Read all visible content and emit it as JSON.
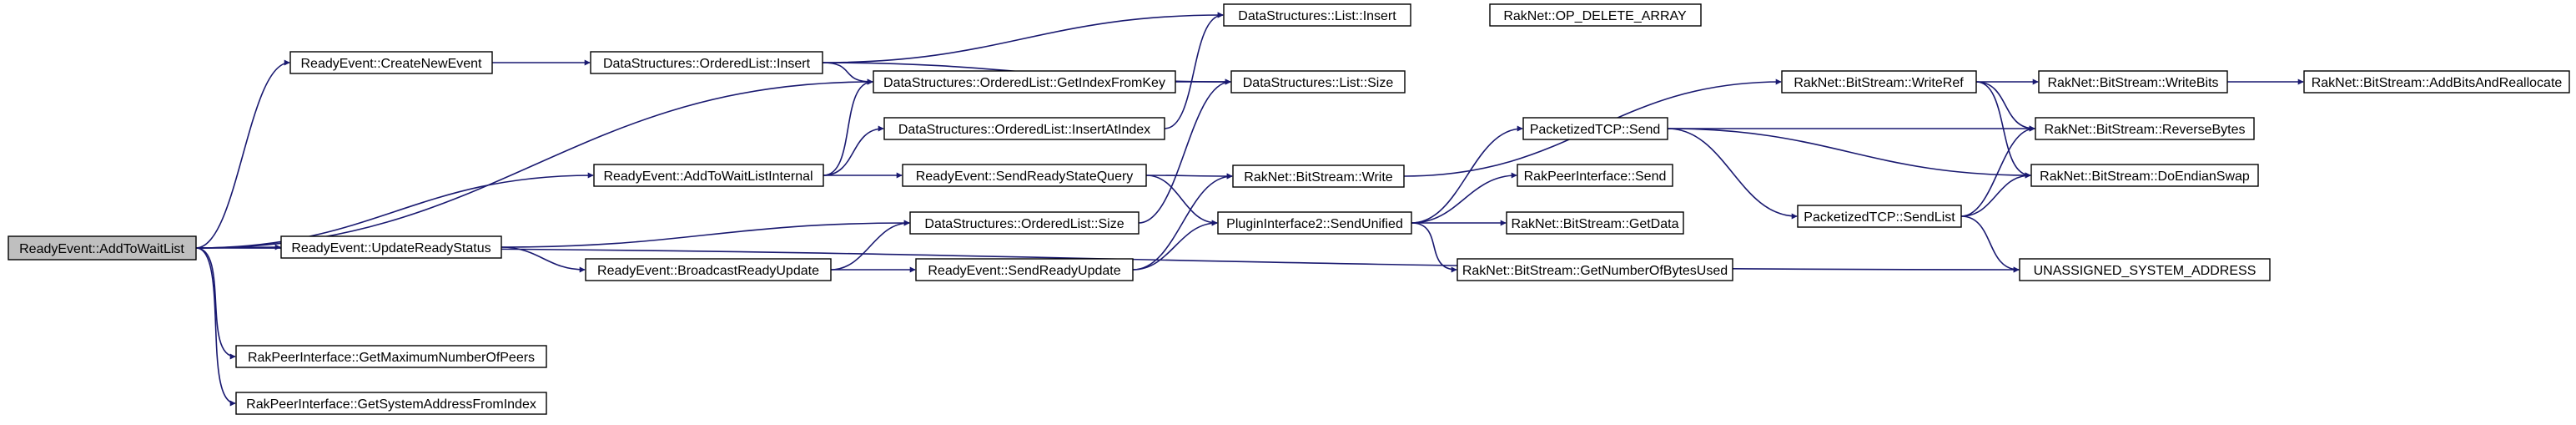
{
  "diagram": {
    "colors": {
      "node_fill": "#ffffff",
      "root_fill": "#bfbfbf",
      "node_border": "#000000",
      "edge": "#191970",
      "background": "#ffffff"
    },
    "nodes": {
      "n_root": "ReadyEvent::AddToWaitList",
      "n_createnew": "ReadyEvent::CreateNewEvent",
      "n_addtowaitint": "ReadyEvent::AddToWaitListInternal",
      "n_updateready": "ReadyEvent::UpdateReadyStatus",
      "n_getmaxpeers": "RakPeerInterface::GetMaximumNumberOfPeers",
      "n_getsysaddr": "RakPeerInterface::GetSystemAddressFromIndex",
      "n_olinsert": "DataStructures::OrderedList::Insert",
      "n_olgetindex": "DataStructures::OrderedList::GetIndexFromKey",
      "n_olinsertat": "DataStructures::OrderedList::InsertAtIndex",
      "n_sendquery": "ReadyEvent::SendReadyStateQuery",
      "n_olsize": "DataStructures::OrderedList::Size",
      "n_broadcast": "ReadyEvent::BroadcastReadyUpdate",
      "n_sendreadyupdate": "ReadyEvent::SendReadyUpdate",
      "n_listinsert": "DataStructures::List::Insert",
      "n_listsize": "DataStructures::List::Size",
      "n_bswrite": "RakNet::BitStream::Write",
      "n_sendunified": "PluginInterface2::SendUnified",
      "n_opdelete": "RakNet::OP_DELETE_ARRAY",
      "n_ptcpsend": "PacketizedTCP::Send",
      "n_rpisend": "RakPeerInterface::Send",
      "n_getdata": "RakNet::BitStream::GetData",
      "n_getbytes": "RakNet::BitStream::GetNumberOfBytesUsed",
      "n_writeref": "RakNet::BitStream::WriteRef",
      "n_ptcpsendlist": "PacketizedTCP::SendList",
      "n_writebits": "RakNet::BitStream::WriteBits",
      "n_reversebytes": "RakNet::BitStream::ReverseBytes",
      "n_endianswap": "RakNet::BitStream::DoEndianSwap",
      "n_unassigned": "UNASSIGNED_SYSTEM_ADDRESS",
      "n_addbits": "RakNet::BitStream::AddBitsAndReallocate"
    },
    "edges": [
      [
        "n_root",
        "n_createnew"
      ],
      [
        "n_root",
        "n_olgetindex"
      ],
      [
        "n_root",
        "n_addtowaitint"
      ],
      [
        "n_root",
        "n_updateready"
      ],
      [
        "n_root",
        "n_unassigned"
      ],
      [
        "n_root",
        "n_getmaxpeers"
      ],
      [
        "n_root",
        "n_getsysaddr"
      ],
      [
        "n_createnew",
        "n_olinsert"
      ],
      [
        "n_olinsert",
        "n_listinsert"
      ],
      [
        "n_olinsert",
        "n_olgetindex"
      ],
      [
        "n_olinsert",
        "n_listsize"
      ],
      [
        "n_olgetindex",
        "n_listsize"
      ],
      [
        "n_olinsertat",
        "n_listinsert"
      ],
      [
        "n_addtowaitint",
        "n_olgetindex"
      ],
      [
        "n_addtowaitint",
        "n_olinsertat"
      ],
      [
        "n_addtowaitint",
        "n_sendquery"
      ],
      [
        "n_updateready",
        "n_olsize"
      ],
      [
        "n_updateready",
        "n_broadcast"
      ],
      [
        "n_olsize",
        "n_listsize"
      ],
      [
        "n_sendquery",
        "n_bswrite"
      ],
      [
        "n_sendquery",
        "n_sendunified"
      ],
      [
        "n_broadcast",
        "n_olsize"
      ],
      [
        "n_broadcast",
        "n_sendreadyupdate"
      ],
      [
        "n_sendreadyupdate",
        "n_bswrite"
      ],
      [
        "n_sendreadyupdate",
        "n_sendunified"
      ],
      [
        "n_bswrite",
        "n_writeref"
      ],
      [
        "n_sendunified",
        "n_ptcpsend"
      ],
      [
        "n_sendunified",
        "n_rpisend"
      ],
      [
        "n_sendunified",
        "n_getdata"
      ],
      [
        "n_sendunified",
        "n_getbytes"
      ],
      [
        "n_ptcpsend",
        "n_reversebytes"
      ],
      [
        "n_ptcpsend",
        "n_endianswap"
      ],
      [
        "n_ptcpsend",
        "n_ptcpsendlist"
      ],
      [
        "n_writeref",
        "n_writebits"
      ],
      [
        "n_writeref",
        "n_reversebytes"
      ],
      [
        "n_writeref",
        "n_endianswap"
      ],
      [
        "n_writebits",
        "n_addbits"
      ],
      [
        "n_ptcpsendlist",
        "n_reversebytes"
      ],
      [
        "n_ptcpsendlist",
        "n_endianswap"
      ],
      [
        "n_ptcpsendlist",
        "n_unassigned"
      ]
    ]
  }
}
